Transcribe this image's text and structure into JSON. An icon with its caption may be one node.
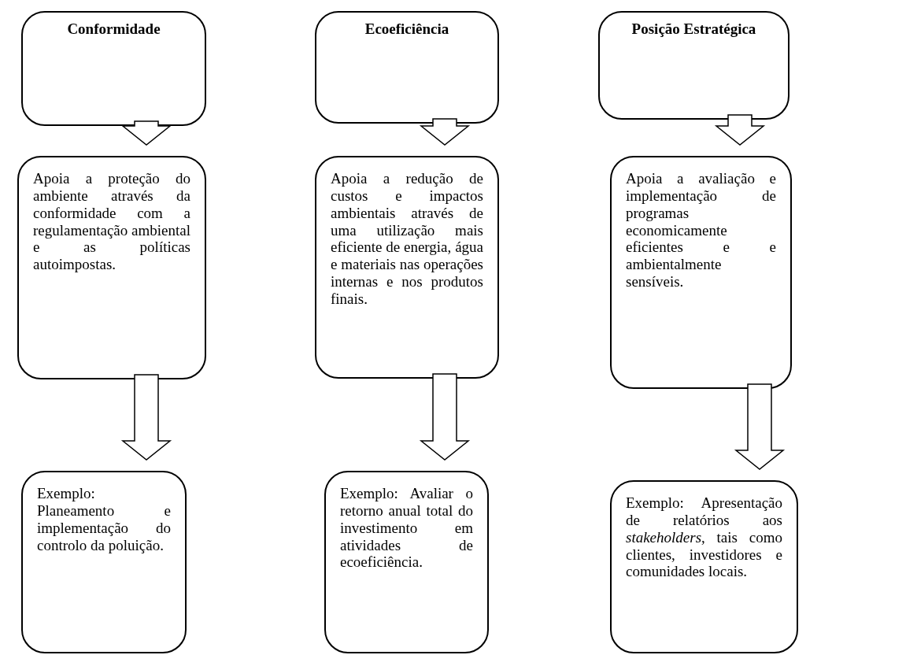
{
  "diagram": {
    "nodes": [
      {
        "text": [
          "Conformidade"
        ]
      },
      {
        "text": [
          "Ecoeficiência"
        ]
      },
      {
        "text": [
          "Posição Estratégica"
        ]
      },
      {
        "text": [
          "Apoia a proteção do ambiente através da conformidade com a regulamentação ambiental e as políticas autoimpostas."
        ]
      },
      {
        "text": [
          "Apoia a redução de custos e impactos ambientais através de uma utilização mais eficiente de energia, água e materiais nas operações internas e nos produtos finais."
        ]
      },
      {
        "text": [
          "Apoia a avaliação e implementação de programas economicamente eficientes e e ambientalmente sensíveis."
        ]
      },
      {
        "text": [
          "Exemplo: Planeamento e implementação do controlo da poluição."
        ]
      },
      {
        "text": [
          "Exemplo: Avaliar o retorno anual total do investimento em atividades de ecoeficiência."
        ]
      },
      {
        "text": [
          "Exemplo: Apresentação de relatórios aos *stakeholders*, tais como clientes, investidores e comunidades locais."
        ]
      }
    ],
    "edges": [
      {
        "from": 0,
        "to": 3,
        "arrow": "to"
      },
      {
        "from": 1,
        "to": 4,
        "arrow": "to"
      },
      {
        "from": 2,
        "to": 5,
        "arrow": "to"
      },
      {
        "from": 3,
        "to": 6,
        "arrow": "to"
      },
      {
        "from": 4,
        "to": 7,
        "arrow": "to"
      },
      {
        "from": 5,
        "to": 8,
        "arrow": "to"
      }
    ]
  }
}
